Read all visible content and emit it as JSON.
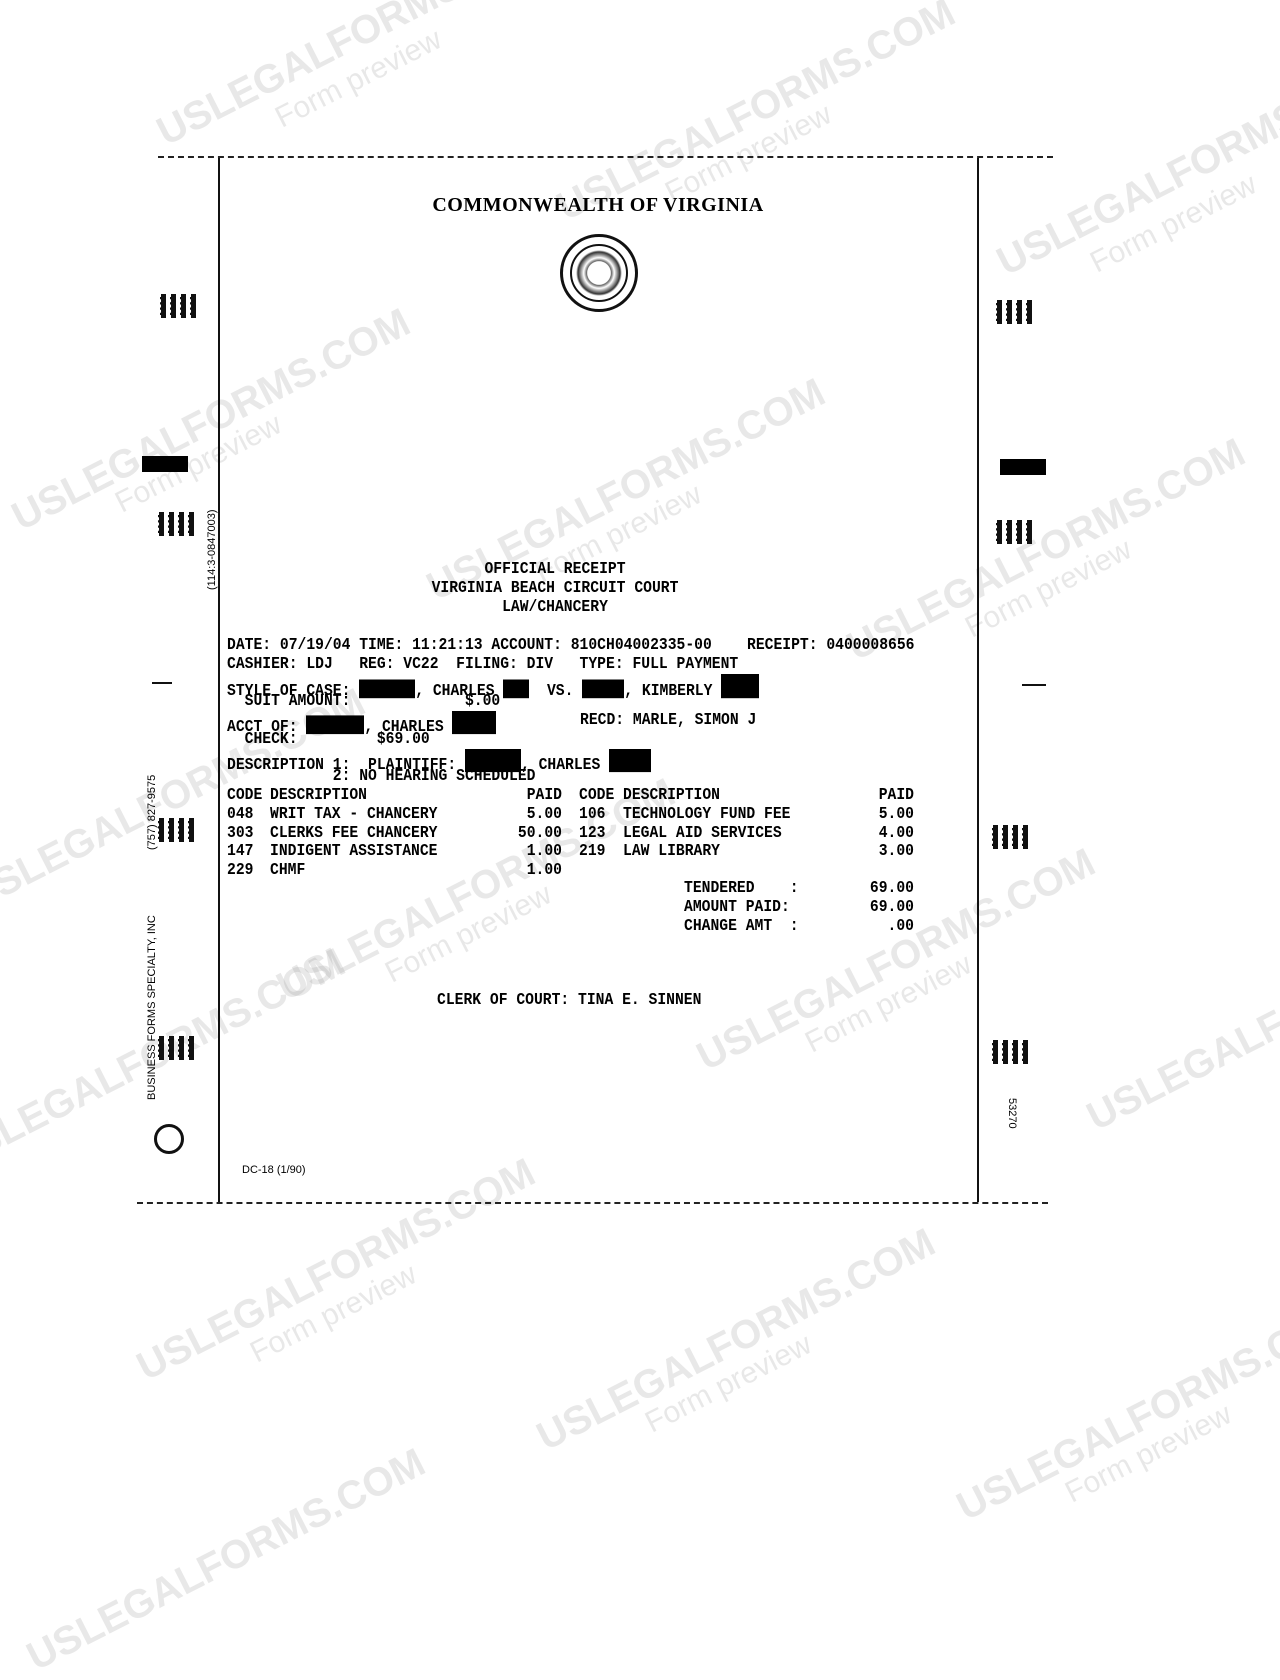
{
  "header": {
    "title": "COMMONWEALTH OF VIRGINIA",
    "seal_icon": "virginia-state-seal"
  },
  "receipt": {
    "heading": [
      "OFFICIAL RECEIPT",
      "VIRGINIA BEACH CIRCUIT COURT",
      "LAW/CHANCERY"
    ],
    "date_line": "DATE: 07/19/04 TIME: 11:21:13 ACCOUNT: 810CH04002335-00    RECEIPT: 0400008656",
    "cashier_line": "CASHIER: LDJ   REG: VC22  FILING: DIV   TYPE: FULL PAYMENT",
    "style_label": "STYLE OF CASE: ",
    "style_first": ", CHARLES ",
    "style_vs": "  VS. ",
    "style_second": ", KIMBERLY ",
    "suit_amount_line": "  SUIT AMOUNT:             $.00",
    "acct_label": "ACCT OF: ",
    "acct_name": ", CHARLES ",
    "recd": "RECD: MARLE, SIMON J",
    "check_line": "  CHECK:         $69.00",
    "desc1_label": "DESCRIPTION 1:  PLAINTIFF: ",
    "desc1_name": ", CHARLES ",
    "desc2_line": "            2: NO HEARING SCHEDULED",
    "columns": {
      "code": "CODE",
      "description": "DESCRIPTION",
      "paid": "PAID"
    },
    "left_items": [
      {
        "code": "048",
        "description": "WRIT TAX - CHANCERY",
        "paid": "5.00"
      },
      {
        "code": "303",
        "description": "CLERKS FEE CHANCERY",
        "paid": "50.00"
      },
      {
        "code": "147",
        "description": "INDIGENT ASSISTANCE",
        "paid": "1.00"
      },
      {
        "code": "229",
        "description": "CHMF",
        "paid": "1.00"
      }
    ],
    "right_items": [
      {
        "code": "106",
        "description": "TECHNOLOGY FUND FEE",
        "paid": "5.00"
      },
      {
        "code": "123",
        "description": "LEGAL AID SERVICES",
        "paid": "4.00"
      },
      {
        "code": "219",
        "description": "LAW LIBRARY",
        "paid": "3.00"
      }
    ],
    "totals": [
      {
        "label": "TENDERED    :",
        "value": "69.00"
      },
      {
        "label": "AMOUNT PAID:",
        "value": "69.00"
      },
      {
        "label": "CHANGE AMT  :",
        "value": ".00"
      }
    ],
    "clerk": "CLERK OF COURT: TINA E. SINNEN"
  },
  "margins": {
    "form_code": "(114:3-0847003)",
    "phone": "(757) 827-9575",
    "printer": "BUSINESS FORMS SPECIALTY, INC",
    "form_number": "DC-18 (1/90)",
    "right_number": "53270"
  },
  "watermark": {
    "brand": "USLEGALFORMS.COM",
    "sub": "Form preview"
  }
}
